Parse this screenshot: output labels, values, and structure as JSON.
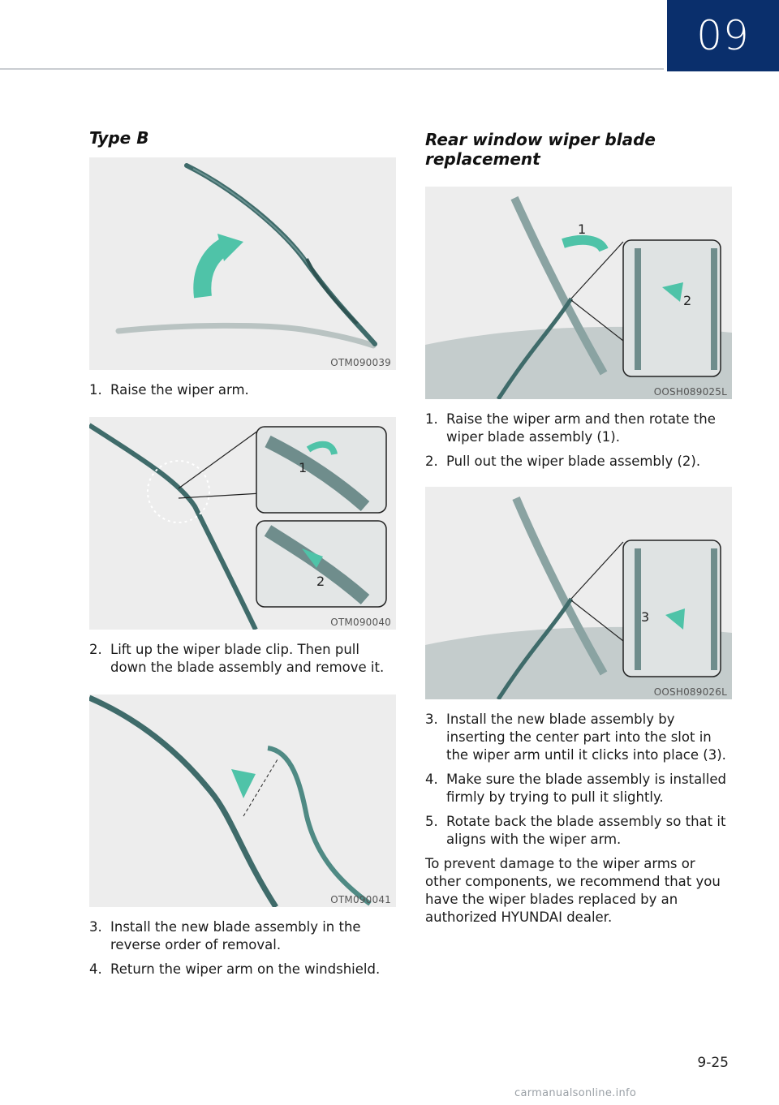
{
  "header": {
    "chapter": "09"
  },
  "left": {
    "title": "Type B",
    "figures": [
      {
        "caption": "OTM090039"
      },
      {
        "caption": "OTM090040"
      },
      {
        "caption": "OTM090041"
      }
    ],
    "steps_a": [
      {
        "num": "1.",
        "text": "Raise the wiper arm."
      }
    ],
    "steps_b": [
      {
        "num": "2.",
        "text": "Lift up the wiper blade clip. Then pull down the blade assembly and remove it."
      }
    ],
    "steps_c": [
      {
        "num": "3.",
        "text": "Install the new blade assembly in the reverse order of removal."
      },
      {
        "num": "4.",
        "text": "Return the wiper arm on the windshield."
      }
    ]
  },
  "right": {
    "title": "Rear window wiper blade replacement",
    "figures": [
      {
        "caption": "OOSH089025L"
      },
      {
        "caption": "OOSH089026L"
      }
    ],
    "steps_a": [
      {
        "num": "1.",
        "text": "Raise the wiper arm and then rotate the wiper blade assembly (1)."
      },
      {
        "num": "2.",
        "text": "Pull out the wiper blade assembly (2)."
      }
    ],
    "steps_b": [
      {
        "num": "3.",
        "text": "Install the new blade assembly by inserting the center part into the slot in the wiper arm until it clicks into place (3)."
      },
      {
        "num": "4.",
        "text": "Make sure the blade assembly is installed firmly by trying to pull it slightly."
      },
      {
        "num": "5.",
        "text": "Rotate back the blade assembly so that it aligns with the wiper arm."
      }
    ],
    "note": "To prevent damage to the wiper arms or other components, we recommend that you have the wiper blades replaced by an authorized HYUNDAI dealer."
  },
  "callouts": {
    "c1": "1",
    "c2": "2",
    "c3": "3"
  },
  "colors": {
    "accent": "#0a2f6c",
    "arrow": "#4fc3a8",
    "blade": "#3f6b6a"
  },
  "footer": {
    "page_number": "9-25",
    "watermark": "carmanualsonline.info"
  }
}
